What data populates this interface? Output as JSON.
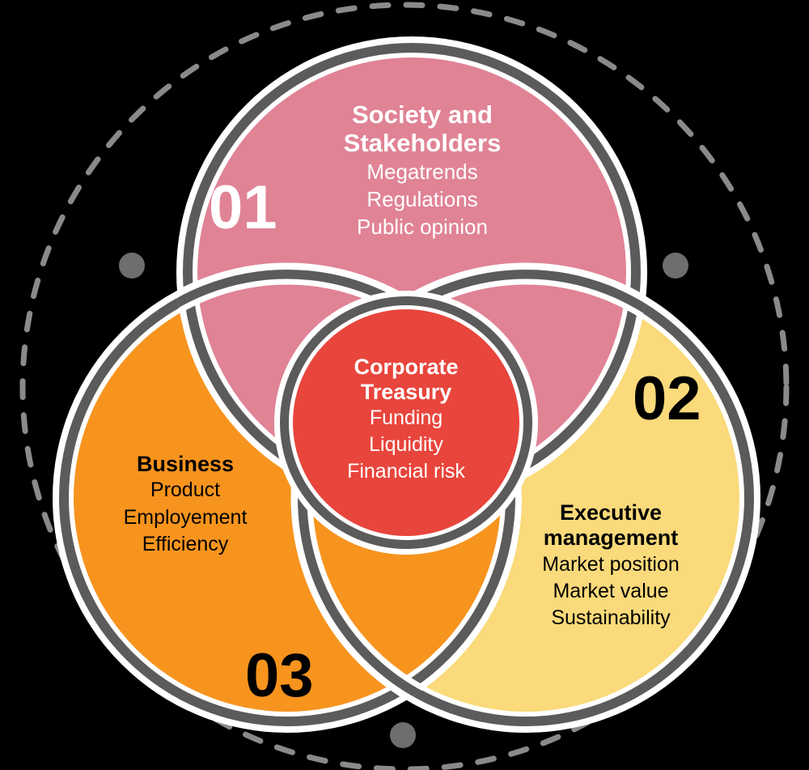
{
  "diagram": {
    "type": "venn",
    "background": "#000000",
    "outer_ring": {
      "style": "dashed",
      "color": "#8a8a8a"
    },
    "dot_color": "#6e6e6e",
    "stroke_color": "#5b5b5b",
    "halo_color": "#ffffff"
  },
  "circles": {
    "society": {
      "number": "01",
      "title_line1": "Society and",
      "title_line2": "Stakeholders",
      "items": [
        "Megatrends",
        "Regulations",
        "Public opinion"
      ],
      "fill": "#E08395",
      "text_color": "#ffffff"
    },
    "executive": {
      "number": "02",
      "title_line1": "Executive",
      "title_line2": "management",
      "items": [
        "Market position",
        "Market value",
        "Sustainability"
      ],
      "fill": "#FADA7A",
      "text_color": "#000000"
    },
    "business": {
      "number": "03",
      "title_line1": "Business",
      "title_line2": "",
      "items": [
        "Product",
        "Employement",
        "Efficiency"
      ],
      "fill": "#F7941E",
      "text_color": "#000000"
    },
    "treasury": {
      "number": "",
      "title_line1": "Corporate",
      "title_line2": "Treasury",
      "items": [
        "Funding",
        "Liquidity",
        "Financial risk"
      ],
      "fill": "#E8453C",
      "text_color": "#ffffff"
    }
  }
}
